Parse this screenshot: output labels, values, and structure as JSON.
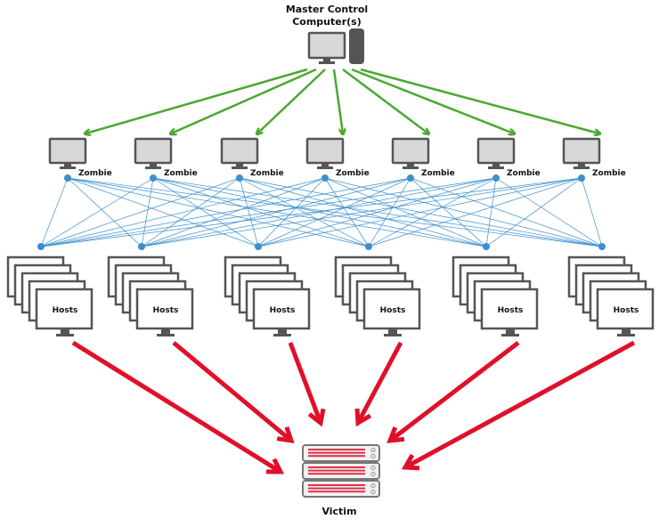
{
  "master": {
    "title_line1": "Master Control",
    "title_line2": "Computer(s)"
  },
  "zombies": [
    {
      "label": "Zombie"
    },
    {
      "label": "Zombie"
    },
    {
      "label": "Zombie"
    },
    {
      "label": "Zombie"
    },
    {
      "label": "Zombie"
    },
    {
      "label": "Zombie"
    },
    {
      "label": "Zombie"
    }
  ],
  "host_groups": [
    {
      "label": "Hosts"
    },
    {
      "label": "Hosts"
    },
    {
      "label": "Hosts"
    },
    {
      "label": "Hosts"
    },
    {
      "label": "Hosts"
    },
    {
      "label": "Hosts"
    }
  ],
  "victim": {
    "label": "Victim"
  },
  "colors": {
    "command_arrow": "#4aa832",
    "attack_arrow": "#e0102a",
    "mesh_line": "#3a8fd0",
    "node_dot": "#3a8fd0",
    "monitor_frame": "#555555",
    "monitor_screen": "#d8d8d8",
    "server_stripe": "#e0304a"
  }
}
